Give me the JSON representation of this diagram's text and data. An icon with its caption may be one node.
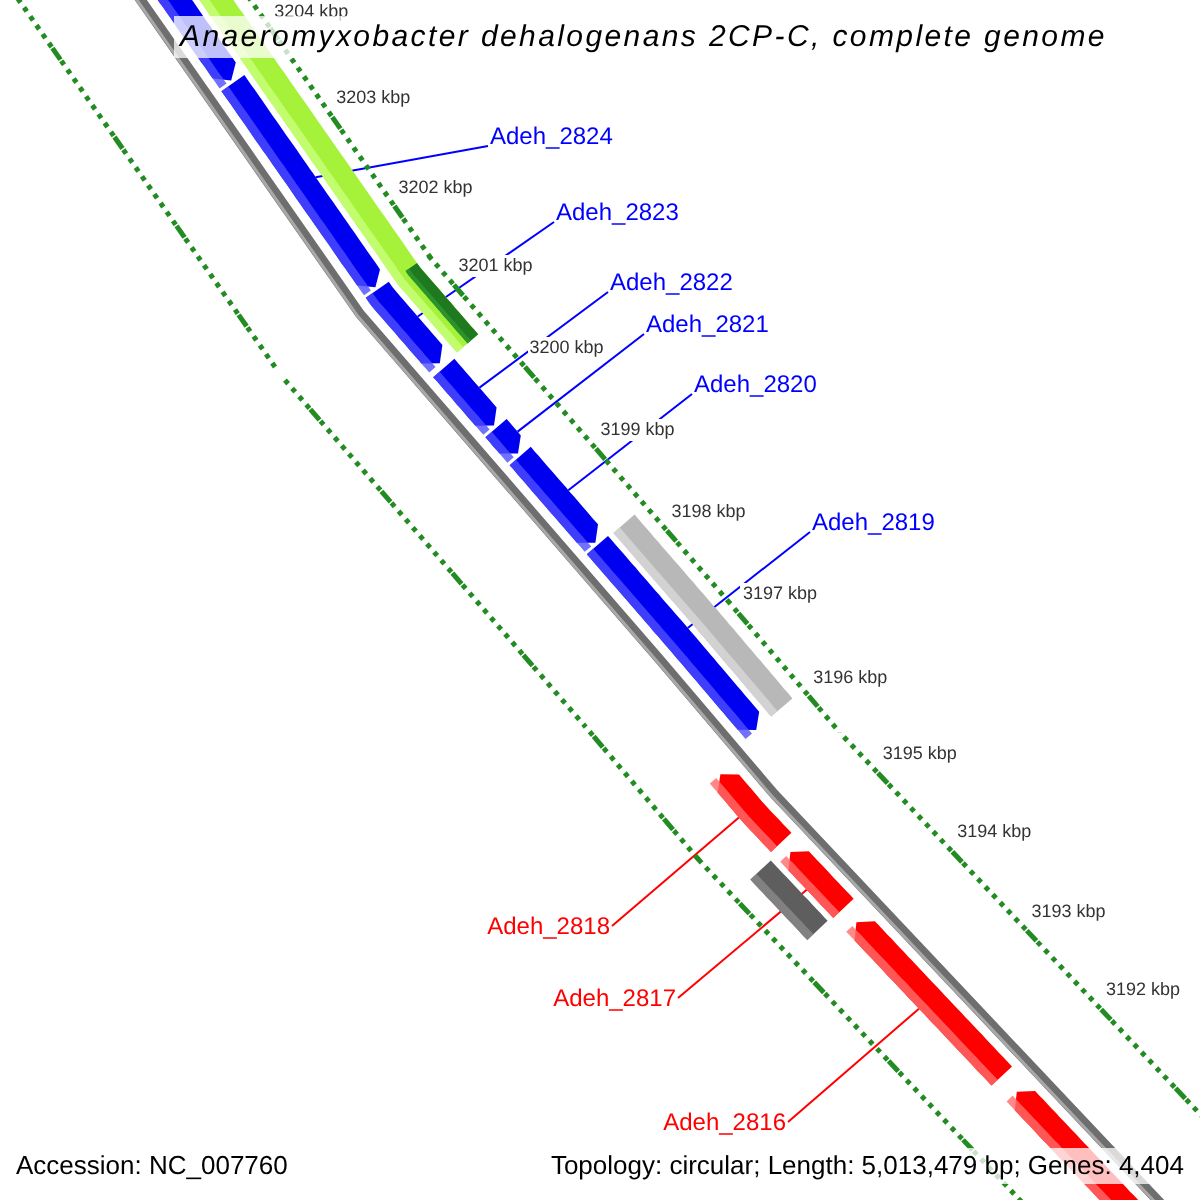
{
  "diagram": {
    "title": "Anaeromyxobacter dehalogenans 2CP-C, complete genome",
    "nodes": [
      {
        "text": [
          "Adeh_2824"
        ]
      },
      {
        "text": [
          "Adeh_2823"
        ]
      },
      {
        "text": [
          "Adeh_2822"
        ]
      },
      {
        "text": [
          "Adeh_2821"
        ]
      },
      {
        "text": [
          "Adeh_2820"
        ]
      },
      {
        "text": [
          "Adeh_2819"
        ]
      },
      {
        "text": [
          "Adeh_2818"
        ]
      },
      {
        "text": [
          "Adeh_2817"
        ]
      },
      {
        "text": [
          "Adeh_2816"
        ]
      },
      {
        "text": [],
        "shape": "arrow"
      },
      {
        "text": [],
        "shape": "arrow"
      },
      {
        "text": [],
        "shape": "arrow"
      },
      {
        "text": [],
        "shape": "arrow"
      },
      {
        "text": [],
        "shape": "arrow"
      },
      {
        "text": [],
        "shape": "arrow"
      },
      {
        "text": [],
        "shape": "arrow"
      },
      {
        "text": [],
        "shape": "arrow"
      },
      {
        "text": [],
        "shape": "arrow"
      }
    ],
    "edges": [
      {
        "from": 0,
        "to": 9,
        "arrow": "none"
      },
      {
        "from": 1,
        "to": 10,
        "arrow": "none"
      },
      {
        "from": 2,
        "to": 11,
        "arrow": "none"
      },
      {
        "from": 3,
        "to": 12,
        "arrow": "none"
      },
      {
        "from": 4,
        "to": 13,
        "arrow": "none"
      },
      {
        "from": 5,
        "to": 14,
        "arrow": "none"
      },
      {
        "from": 6,
        "to": 15,
        "arrow": "none",
        "color": "#ff0000"
      },
      {
        "from": 7,
        "to": 16,
        "arrow": "none",
        "color": "#ff0000"
      },
      {
        "from": 8,
        "to": 17,
        "arrow": "none",
        "color": "#ff0000"
      }
    ],
    "labels": [
      "3204 kbp",
      "3203 kbp",
      "3202 kbp",
      "3201 kbp",
      "3200 kbp",
      "3199 kbp",
      "3198 kbp",
      "3197 kbp",
      "3196 kbp",
      "3195 kbp",
      "3194 kbp",
      "3193 kbp",
      "3192 kbp",
      "Accession: NC_007760",
      "Topology: circular; Length: 5,013,479 bp; Genes: 4,404"
    ]
  }
}
